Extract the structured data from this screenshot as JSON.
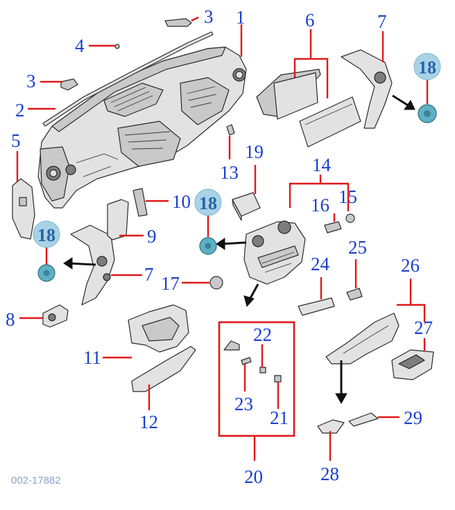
{
  "callouts": {
    "c1": "1",
    "c2": "2",
    "c3a": "3",
    "c3b": "3",
    "c4": "4",
    "c5": "5",
    "c6": "6",
    "c7a": "7",
    "c7b": "7",
    "c8": "8",
    "c9": "9",
    "c10": "10",
    "c11": "11",
    "c12": "12",
    "c13": "13",
    "c14": "14",
    "c15": "15",
    "c16": "16",
    "c17": "17",
    "c19": "19",
    "c20": "20",
    "c21": "21",
    "c22": "22",
    "c23": "23",
    "c24": "24",
    "c25": "25",
    "c26": "26",
    "c27": "27",
    "c28": "28",
    "c29": "29"
  },
  "badges": {
    "b1": "18",
    "b2": "18",
    "b3": "18"
  },
  "reference_code": "002-17882",
  "colors": {
    "callout_text": "#1a3fd0",
    "leader_line": "#e01818",
    "badge_fill": "#a8d3e6",
    "badge_text": "#2a62a8"
  }
}
